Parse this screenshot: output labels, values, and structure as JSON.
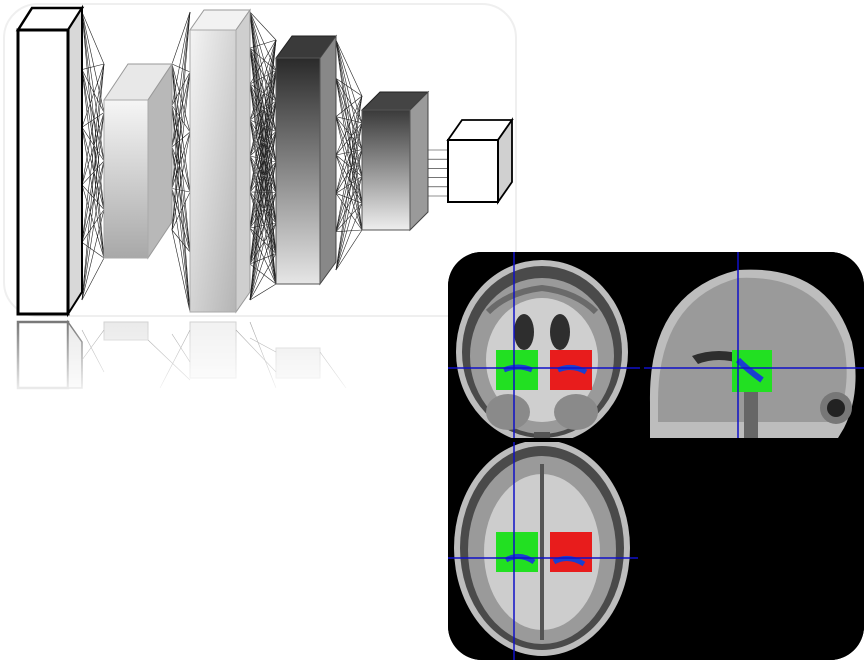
{
  "figure": {
    "description_visible_text": "",
    "network": {
      "layers": [
        {
          "kind": "input-slab",
          "shade": "white"
        },
        {
          "kind": "hidden-block",
          "shade": "light-gradient"
        },
        {
          "kind": "hidden-block",
          "shade": "light-gradient"
        },
        {
          "kind": "hidden-block",
          "shade": "dark-gradient"
        },
        {
          "kind": "hidden-block",
          "shade": "dark-gradient"
        },
        {
          "kind": "output-cube",
          "shade": "white"
        }
      ],
      "connection_style": "dense-lines",
      "reflection": true
    },
    "mri": {
      "views": [
        "coronal",
        "sagittal",
        "axial"
      ],
      "crosshair_color": "#1010c8",
      "roi_left_color": "#22e022",
      "roi_right_color": "#e81c1c",
      "structure_color": "#1a3fd0",
      "background_color": "#000000"
    }
  }
}
